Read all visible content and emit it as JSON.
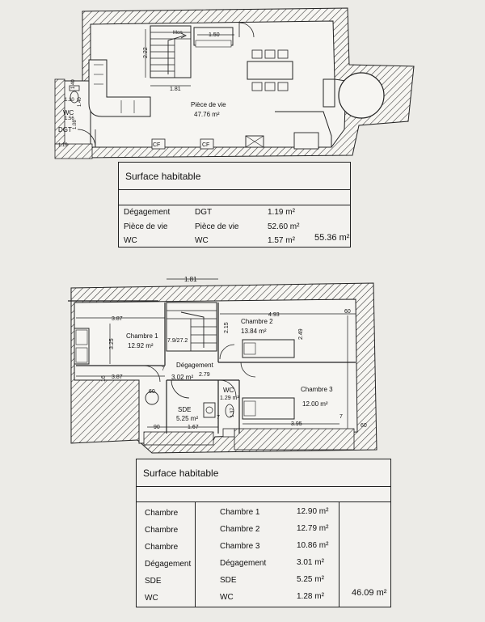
{
  "ground_floor": {
    "living_room": {
      "name": "Pièce de vie",
      "area": "47.76 m²"
    },
    "wc_label": "WC",
    "dgt_label": "DGT",
    "dims": {
      "stair_height": "2.22",
      "stair_width": "1.81",
      "bench": "1.50",
      "wc_1": "1.10",
      "wc_2": "1.56",
      "wc_3": "1.08",
      "wc_4": "1.40",
      "wc_5": "1.40",
      "dgt_width": "1.19"
    },
    "cf_labels": [
      "CF",
      "CF"
    ],
    "stair_text": "Mon"
  },
  "upper_floor": {
    "rooms": {
      "chambre1": {
        "name": "Chambre 1",
        "area": "12.92 m²"
      },
      "chambre2": {
        "name": "Chambre 2",
        "area": "13.84 m²"
      },
      "chambre3": {
        "name": "Chambre 3",
        "area": "12.00 m²"
      },
      "degagement": {
        "name": "Dégagement",
        "area": "3.02 m²"
      },
      "sde": {
        "name": "SDE",
        "area": "5.25 m²"
      },
      "wc": {
        "name": "WC",
        "area": "1.29 m²"
      }
    },
    "dims": {
      "top": "1.81",
      "left_top": "3.87",
      "left_bottom": "3.87",
      "left_height": "3.25",
      "left_16": "16",
      "right_top": "4.93",
      "right_60": "60",
      "right_height": "2.49",
      "stair_215": "2.15",
      "deg_7": "7",
      "deg_width": "2.79",
      "sde_60": "60",
      "sde_90": "90",
      "sde_width": "1.67",
      "sde_7": "7",
      "wc_width": "1.37",
      "ch3_bottom": "3.95",
      "ch3_7": "7",
      "ch3_60": "60"
    },
    "stair_text": "7.9/27.2"
  },
  "table1": {
    "title": "Surface habitable",
    "rows": [
      {
        "type": "Dégagement",
        "room": "DGT",
        "area": "1.19 m²"
      },
      {
        "type": "Pièce de vie",
        "room": "Pièce de vie",
        "area": "52.60 m²"
      },
      {
        "type": "WC",
        "room": "WC",
        "area": "1.57 m²"
      }
    ],
    "total": "55.36 m²"
  },
  "table2": {
    "title": "Surface habitable",
    "rows": [
      {
        "type": "Chambre",
        "room": "Chambre 1",
        "area": "12.90 m²"
      },
      {
        "type": "Chambre",
        "room": "Chambre 2",
        "area": "12.79 m²"
      },
      {
        "type": "Chambre",
        "room": "Chambre 3",
        "area": "10.86 m²"
      },
      {
        "type": "Dégagement",
        "room": "Dégagement",
        "area": "3.01 m²"
      },
      {
        "type": "SDE",
        "room": "SDE",
        "area": "5.25 m²"
      },
      {
        "type": "WC",
        "room": "WC",
        "area": "1.28 m²"
      }
    ],
    "total": "46.09 m²"
  }
}
